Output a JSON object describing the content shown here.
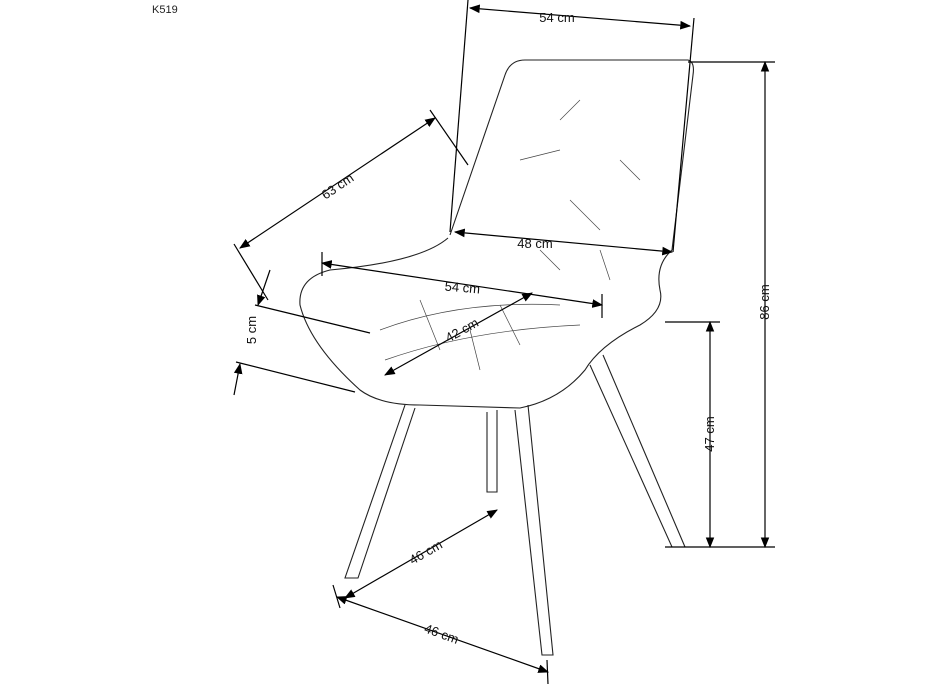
{
  "model_code": "K519",
  "dimensions": {
    "back_width": "54 cm",
    "total_height": "86 cm",
    "diagonal_depth": "63 cm",
    "back_inner_width": "48 cm",
    "seat_width": "54 cm",
    "seat_depth": "42 cm",
    "seat_thickness": "5 cm",
    "seat_height": "47 cm",
    "leg_depth": "46 cm",
    "leg_width": "46 cm"
  }
}
